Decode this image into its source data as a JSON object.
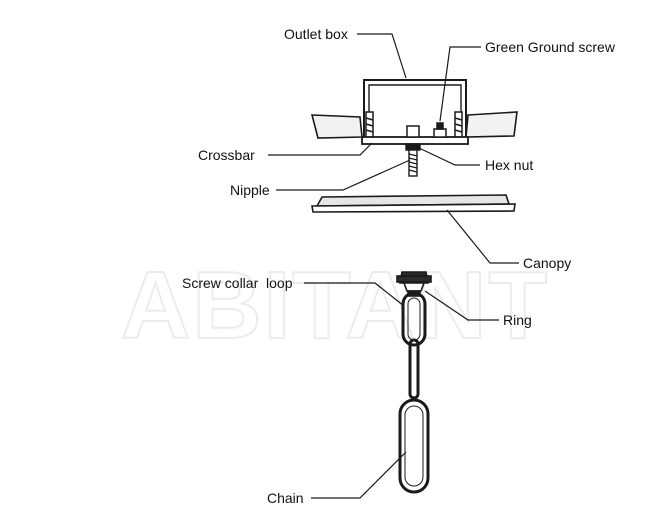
{
  "watermark": "ABITANT",
  "labels": {
    "outlet_box": "Outlet box",
    "green_ground_screw": "Green Ground screw",
    "crossbar": "Crossbar",
    "hex_nut": "Hex nut",
    "nipple": "Nipple",
    "canopy": "Canopy",
    "screw_collar_loop": "Screw collar  loop",
    "ring": "Ring",
    "chain": "Chain"
  },
  "colors": {
    "line": "#1a1a1a",
    "ceiling_fill": "#f2f2f2",
    "canopy_fill": "#e6e6e6",
    "ring_fill": "#2b2b2b",
    "watermark_fill": "#ffffff",
    "watermark_stroke": "#ececec"
  }
}
